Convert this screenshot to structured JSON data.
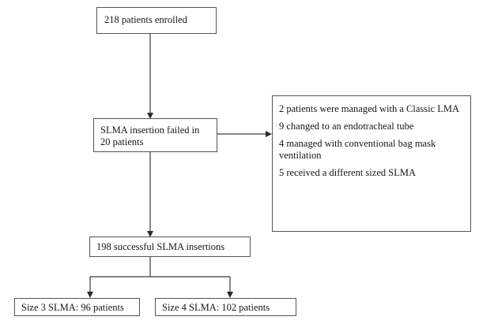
{
  "diagram": {
    "title": "SLMA insertion patient flow diagram",
    "type": "flowchart",
    "background_color": "#ffffff",
    "box_border_color": "#555555",
    "connector_color": "#3a3a3a",
    "text_color": "#171717"
  },
  "nodes": {
    "enrolled": {
      "label": "218 patients enrolled",
      "count": 218
    },
    "failed": {
      "label": "SLMA insertion failed in\n20 patients",
      "count": 20
    },
    "success": {
      "label": "198 successful SLMA insertions",
      "count": 198
    },
    "size3": {
      "label": "Size 3 SLMA: 96 patients",
      "count": 96
    },
    "size4": {
      "label": "Size 4 SLMA: 102 patients",
      "count": 102
    },
    "reasons": {
      "lines": [
        "2 patients were managed with a Classic LMA",
        "9 changed to an endotracheal tube",
        "4 managed with conventional bag mask ventilation",
        "5 received a different sized SLMA"
      ]
    }
  },
  "connectors": [
    {
      "name": "enrolled-to-failed",
      "from": "enrolled",
      "to": "failed",
      "direction": "down"
    },
    {
      "name": "failed-to-reasons",
      "from": "failed",
      "to": "reasons",
      "direction": "right"
    },
    {
      "name": "failed-to-success",
      "from": "failed",
      "to": "success",
      "direction": "down"
    },
    {
      "name": "success-to-size3",
      "from": "success",
      "to": "size3",
      "direction": "down-left"
    },
    {
      "name": "success-to-size4",
      "from": "success",
      "to": "size4",
      "direction": "down-right"
    }
  ]
}
